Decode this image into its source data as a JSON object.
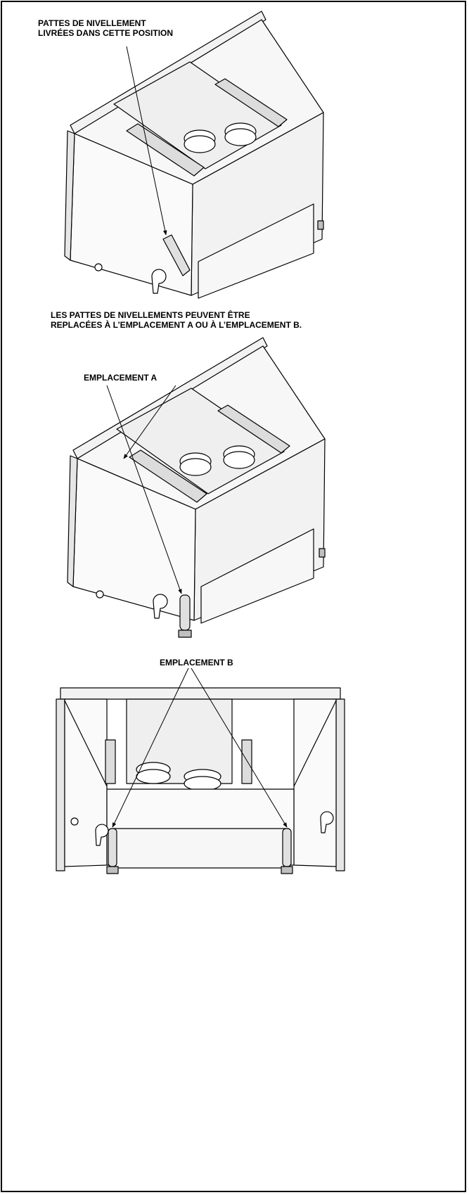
{
  "labels": {
    "leveling_legs_shipped_line1": "PATTES DE NIVELLEMENT",
    "leveling_legs_shipped_line2": "LIVRÉES DANS CETTE POSITION",
    "relocation_note_line1": "LES PATTES DE NIVELLEMENTS PEUVENT ÊTRE",
    "relocation_note_line2": "REPLACÉES À L’EMPLACEMENT A OU À L’EMPLACEMENT B.",
    "location_a": "EMPLACEMENT A",
    "location_b": "EMPLACEMENT B"
  },
  "colors": {
    "line": "#000000",
    "fill_light": "#f2f2f2",
    "fill_mid": "#dcdcdc",
    "fill_dark": "#bfbfbf"
  }
}
